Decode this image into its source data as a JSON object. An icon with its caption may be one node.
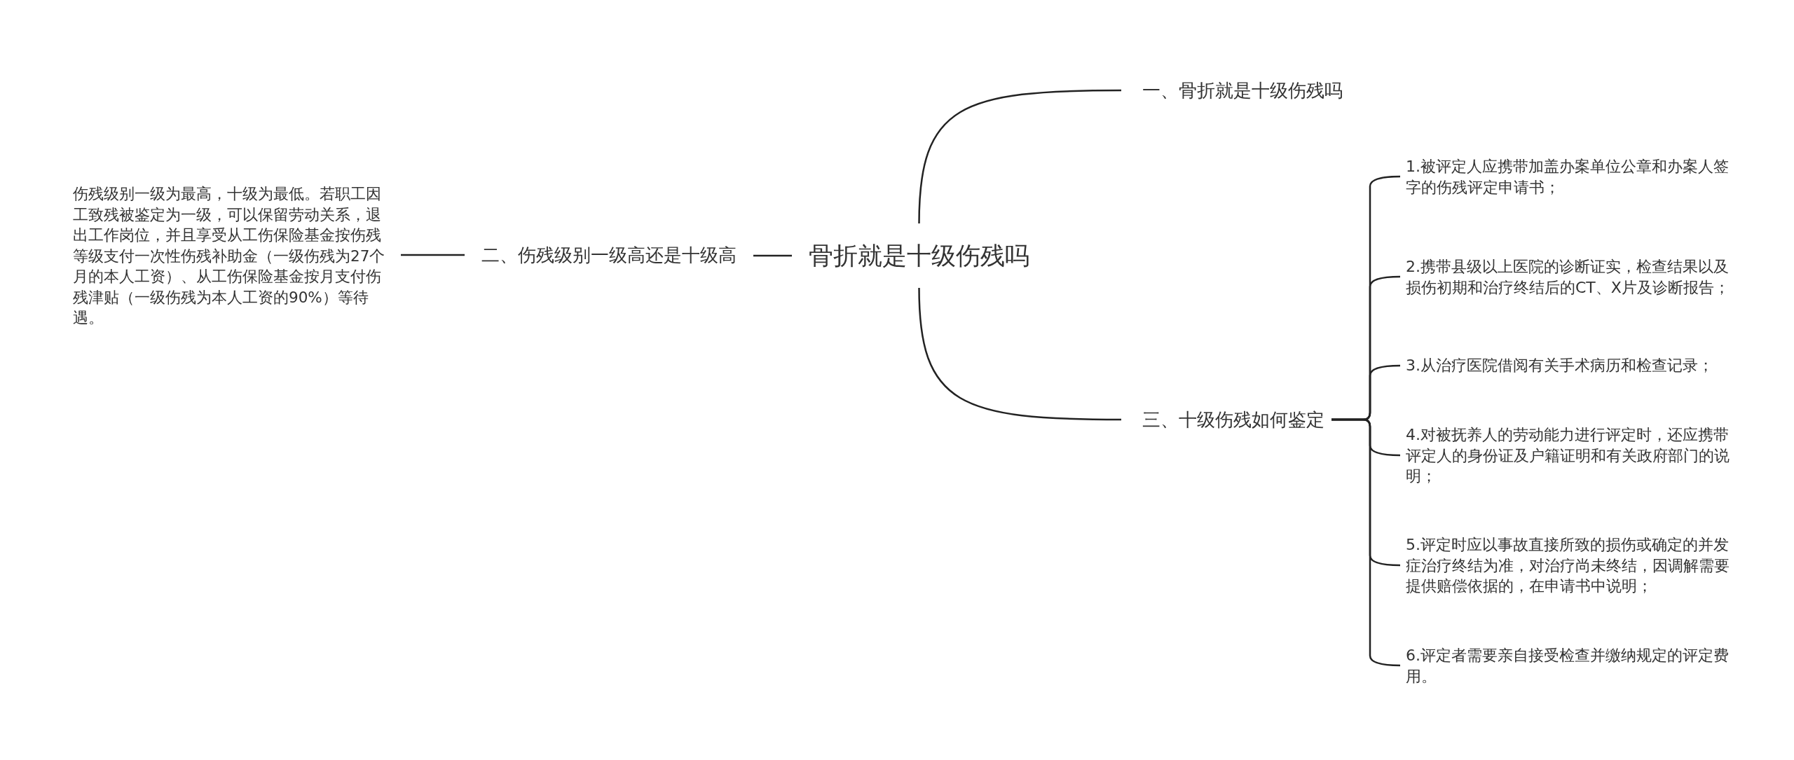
{
  "diagram": {
    "nodes": [
      {
        "text": [
          "骨折就是十级伤残吗"
        ]
      },
      {
        "text": [
          "一、骨折就是十级伤残吗"
        ]
      },
      {
        "text": [
          "二、伤残级别一级高还是十级高"
        ]
      },
      {
        "text": [
          "三、十级伤残如何鉴定"
        ]
      },
      {
        "text": [
          "伤残级别一级为最高，十级为最低。若职工因工致残被鉴定为一级，可以保留劳动关系，退出工作岗位，并且享受从工伤保险基金按伤残等级支付一次性伤残补助金（一级伤残为27个月的本人工资）、从工伤保险基金按月支付伤残津贴（一级伤残为本人工资的90%）等待遇。"
        ]
      },
      {
        "text": [
          "1.被评定人应携带加盖办案单位公章和办案人签字的伤残评定申请书；"
        ]
      },
      {
        "text": [
          "2.携带县级以上医院的诊断证实，检查结果以及损伤初期和治疗终结后的CT、X片及诊断报告；"
        ]
      },
      {
        "text": [
          "3.从治疗医院借阅有关手术病历和检查记录；"
        ]
      },
      {
        "text": [
          "4.对被抚养人的劳动能力进行评定时，还应携带评定人的身份证及户籍证明和有关政府部门的说明；"
        ]
      },
      {
        "text": [
          "5.评定时应以事故直接所致的损伤或确定的并发症治疗终结为准，对治疗尚未终结，因调解需要提供赔偿依据的，在申请书中说明；"
        ]
      },
      {
        "text": [
          "6.评定者需要亲自接受检查并缴纳规定的评定费用。"
        ]
      }
    ],
    "edges": [
      {
        "from": 0,
        "to": 1,
        "arrow": "none"
      },
      {
        "from": 0,
        "to": 2,
        "arrow": "none"
      },
      {
        "from": 0,
        "to": 3,
        "arrow": "none"
      },
      {
        "from": 2,
        "to": 4,
        "arrow": "none"
      },
      {
        "from": 3,
        "to": 5,
        "arrow": "none"
      },
      {
        "from": 3,
        "to": 6,
        "arrow": "none"
      },
      {
        "from": 3,
        "to": 7,
        "arrow": "none"
      },
      {
        "from": 3,
        "to": 8,
        "arrow": "none"
      },
      {
        "from": 3,
        "to": 9,
        "arrow": "none"
      },
      {
        "from": 3,
        "to": 10,
        "arrow": "none"
      }
    ]
  }
}
